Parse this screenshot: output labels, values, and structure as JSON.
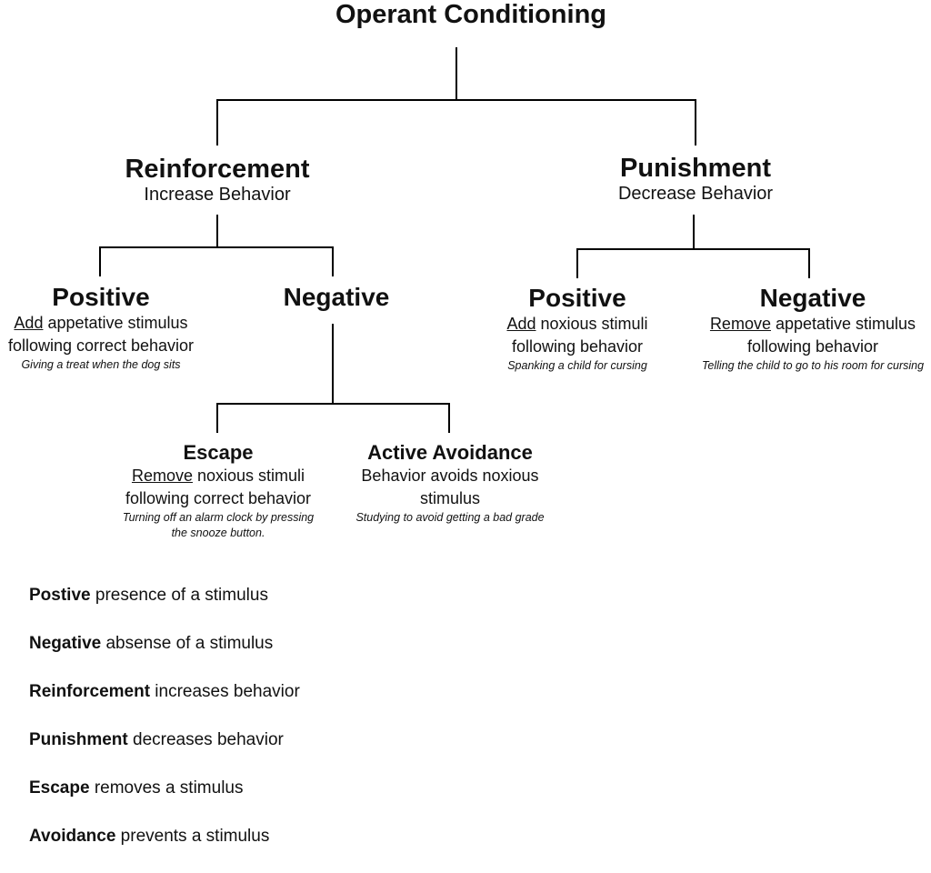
{
  "root": {
    "title": "Operant Conditioning"
  },
  "reinforcement": {
    "title": "Reinforcement",
    "subtitle": "Increase Behavior",
    "positive": {
      "title": "Positive",
      "keyword": "Add",
      "line1_rest": " appetative stimulus",
      "line2": "following correct behavior",
      "example": "Giving a treat when the dog sits"
    },
    "negative": {
      "title": "Negative",
      "escape": {
        "title": "Escape",
        "keyword": "Remove",
        "line1_rest": " noxious stimuli",
        "line2": "following correct behavior",
        "example_line1": "Turning off an alarm clock by pressing",
        "example_line2": "the snooze button."
      },
      "avoidance": {
        "title": "Active Avoidance",
        "line1": "Behavior avoids noxious",
        "line2": "stimulus",
        "example": "Studying to avoid getting a bad grade"
      }
    }
  },
  "punishment": {
    "title": "Punishment",
    "subtitle": "Decrease Behavior",
    "positive": {
      "title": "Positive",
      "keyword": "Add",
      "line1_rest": " noxious stimuli",
      "line2": "following behavior",
      "example": "Spanking a child for cursing"
    },
    "negative": {
      "title": "Negative",
      "keyword": "Remove",
      "line1_rest": " appetative stimulus",
      "line2": "following behavior",
      "example": "Telling the child to go to his room for cursing"
    }
  },
  "legend": [
    {
      "term": "Postive",
      "definition": " presence of a stimulus"
    },
    {
      "term": "Negative",
      "definition": " absense of a stimulus"
    },
    {
      "term": "Reinforcement",
      "definition": " increases behavior"
    },
    {
      "term": "Punishment",
      "definition": " decreases behavior"
    },
    {
      "term": "Escape",
      "definition": " removes a stimulus"
    },
    {
      "term": "Avoidance",
      "definition": " prevents a stimulus"
    }
  ]
}
